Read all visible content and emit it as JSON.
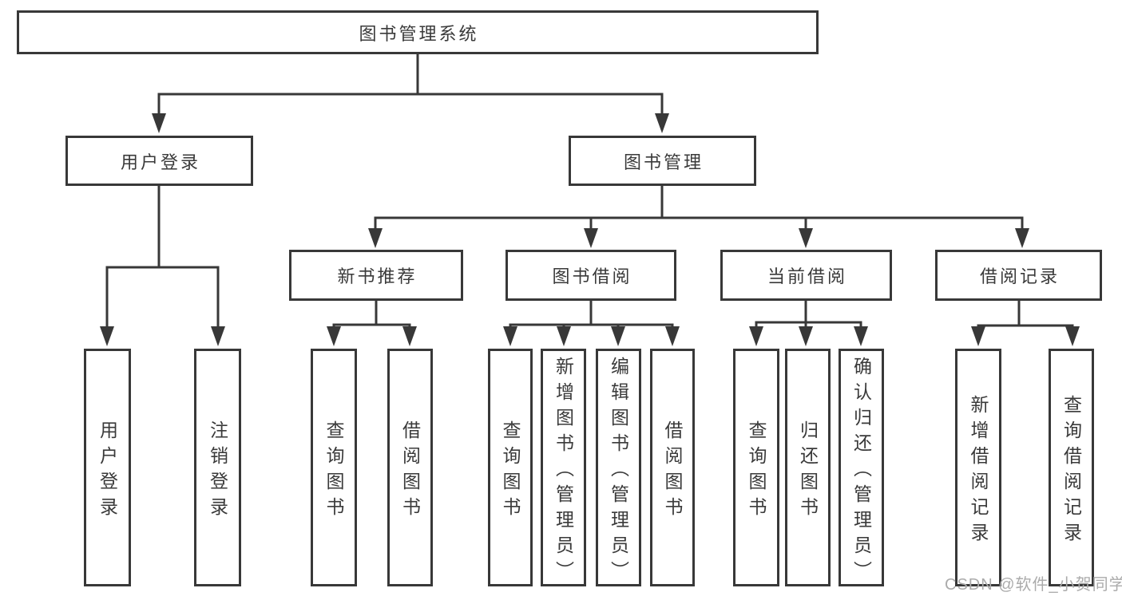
{
  "colors": {
    "line": "#383838",
    "text": "#3a3a3a",
    "box_fill": "#ffffff",
    "background": "#ffffff",
    "watermark": "#ababab"
  },
  "tree": {
    "root": "图书管理系统",
    "branches": [
      {
        "label": "用户登录",
        "children": [
          "用户登录",
          "注销登录"
        ]
      },
      {
        "label": "图书管理",
        "sections": [
          {
            "label": "新书推荐",
            "children": [
              "查询图书",
              "借阅图书"
            ]
          },
          {
            "label": "图书借阅",
            "children": [
              "查询图书",
              "新增图书（管理员）",
              "编辑图书（管理员）",
              "借阅图书"
            ]
          },
          {
            "label": "当前借阅",
            "children": [
              "查询图书",
              "归还图书",
              "确认归还（管理员）"
            ]
          },
          {
            "label": "借阅记录",
            "children": [
              "新增借阅记录",
              "查询借阅记录"
            ]
          }
        ]
      }
    ]
  },
  "watermark": "CSDN @软件_小贺同学"
}
